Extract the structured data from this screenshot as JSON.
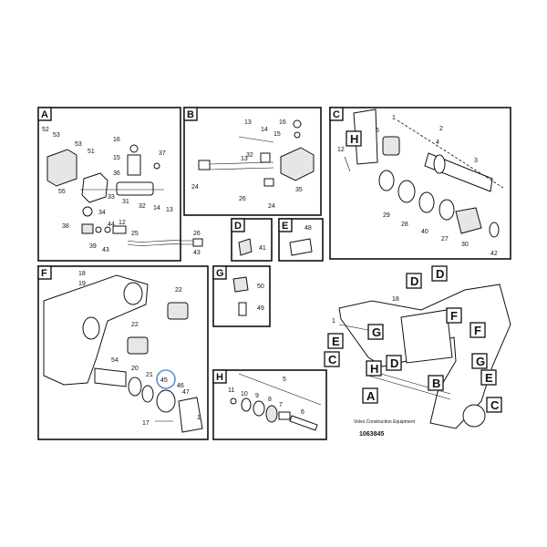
{
  "panels": {
    "A": {
      "label": "A",
      "numbers": [
        "52",
        "53",
        "53",
        "51",
        "16",
        "15",
        "36",
        "37",
        "55",
        "33",
        "31",
        "32",
        "14",
        "13",
        "34",
        "38",
        "39",
        "43",
        "44",
        "12",
        "25",
        "26",
        "43"
      ]
    },
    "B": {
      "label": "B",
      "numbers": [
        "13",
        "14",
        "15",
        "16",
        "13",
        "32",
        "24",
        "26",
        "24",
        "35"
      ]
    },
    "C": {
      "label": "C",
      "numbers": [
        "1",
        "2",
        "4",
        "3",
        "5",
        "12",
        "29",
        "28",
        "40",
        "27",
        "30",
        "42"
      ]
    },
    "D": {
      "label": "D",
      "numbers": [
        "41"
      ]
    },
    "E": {
      "label": "E",
      "numbers": [
        "48"
      ]
    },
    "F": {
      "label": "F",
      "numbers": [
        "18",
        "19",
        "22",
        "22",
        "54",
        "20",
        "21",
        "45",
        "46",
        "47",
        "1",
        "17"
      ]
    },
    "G": {
      "label": "G",
      "numbers": [
        "50",
        "49"
      ]
    },
    "H": {
      "label": "H",
      "numbers": [
        "5",
        "11",
        "10",
        "9",
        "8",
        "7",
        "6"
      ]
    }
  },
  "overview": {
    "callouts": [
      "D",
      "D",
      "F",
      "F",
      "G",
      "G",
      "C",
      "C",
      "E",
      "E",
      "B",
      "A",
      "H",
      "D",
      "18",
      "1"
    ],
    "footer_small": "Volvo Construction Equipment",
    "footer_id": "1063845"
  }
}
